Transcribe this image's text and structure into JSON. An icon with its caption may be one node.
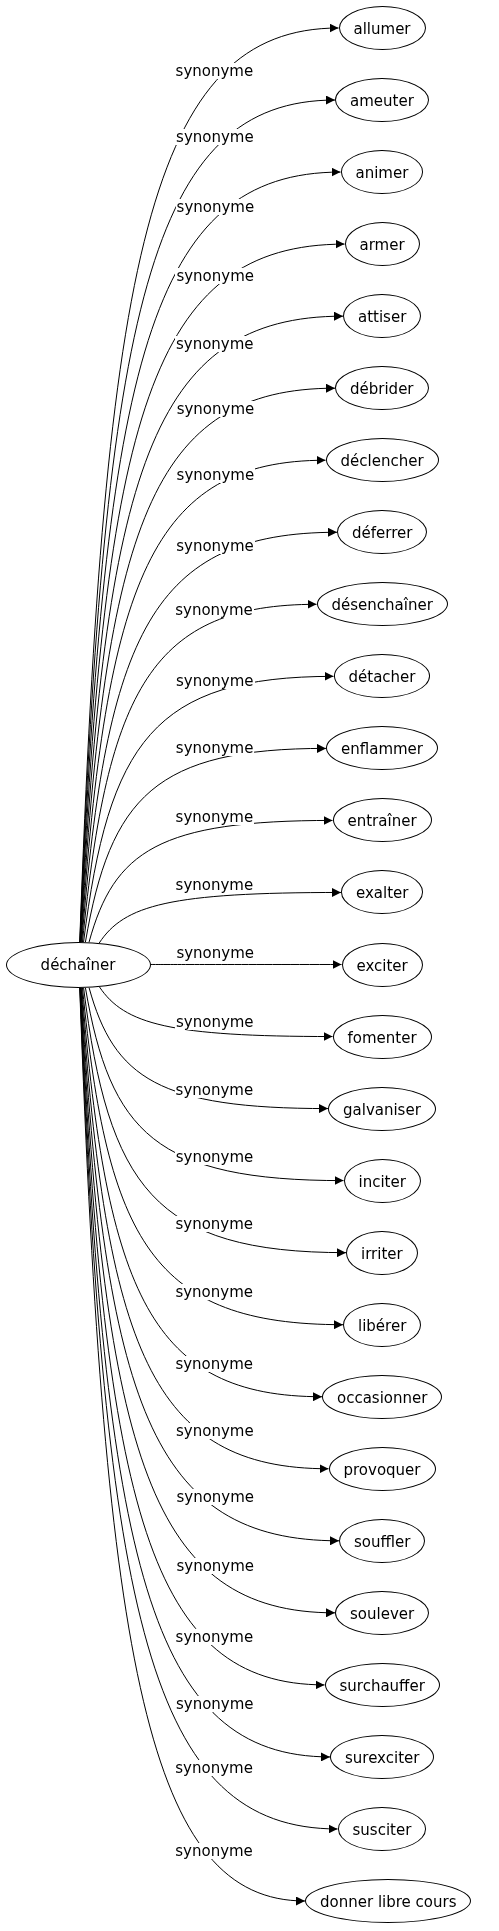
{
  "diagram": {
    "nodes": [
      {
        "text": [
          "déchaîner"
        ]
      },
      {
        "text": [
          "allumer"
        ]
      },
      {
        "text": [
          "ameuter"
        ]
      },
      {
        "text": [
          "animer"
        ]
      },
      {
        "text": [
          "armer"
        ]
      },
      {
        "text": [
          "attiser"
        ]
      },
      {
        "text": [
          "débrider"
        ]
      },
      {
        "text": [
          "déclencher"
        ]
      },
      {
        "text": [
          "déferrer"
        ]
      },
      {
        "text": [
          "désenchaîner"
        ]
      },
      {
        "text": [
          "détacher"
        ]
      },
      {
        "text": [
          "enflammer"
        ]
      },
      {
        "text": [
          "entraîner"
        ]
      },
      {
        "text": [
          "exalter"
        ]
      },
      {
        "text": [
          "exciter"
        ]
      },
      {
        "text": [
          "fomenter"
        ]
      },
      {
        "text": [
          "galvaniser"
        ]
      },
      {
        "text": [
          "inciter"
        ]
      },
      {
        "text": [
          "irriter"
        ]
      },
      {
        "text": [
          "libérer"
        ]
      },
      {
        "text": [
          "occasionner"
        ]
      },
      {
        "text": [
          "provoquer"
        ]
      },
      {
        "text": [
          "souffler"
        ]
      },
      {
        "text": [
          "soulever"
        ]
      },
      {
        "text": [
          "surchauffer"
        ]
      },
      {
        "text": [
          "surexciter"
        ]
      },
      {
        "text": [
          "susciter"
        ]
      },
      {
        "text": [
          "donner libre cours"
        ]
      }
    ],
    "edges": [
      {
        "from": 0,
        "to": 1,
        "arrow": "to",
        "label": "synonyme"
      },
      {
        "from": 0,
        "to": 2,
        "arrow": "to",
        "label": "synonyme"
      },
      {
        "from": 0,
        "to": 3,
        "arrow": "to",
        "label": "synonyme"
      },
      {
        "from": 0,
        "to": 4,
        "arrow": "to",
        "label": "synonyme"
      },
      {
        "from": 0,
        "to": 5,
        "arrow": "to",
        "label": "synonyme"
      },
      {
        "from": 0,
        "to": 6,
        "arrow": "to",
        "label": "synonyme"
      },
      {
        "from": 0,
        "to": 7,
        "arrow": "to",
        "label": "synonyme"
      },
      {
        "from": 0,
        "to": 8,
        "arrow": "to",
        "label": "synonyme"
      },
      {
        "from": 0,
        "to": 9,
        "arrow": "to",
        "label": "synonyme"
      },
      {
        "from": 0,
        "to": 10,
        "arrow": "to",
        "label": "synonyme"
      },
      {
        "from": 0,
        "to": 11,
        "arrow": "to",
        "label": "synonyme"
      },
      {
        "from": 0,
        "to": 12,
        "arrow": "to",
        "label": "synonyme"
      },
      {
        "from": 0,
        "to": 13,
        "arrow": "to",
        "label": "synonyme"
      },
      {
        "from": 0,
        "to": 14,
        "arrow": "to",
        "label": "synonyme"
      },
      {
        "from": 0,
        "to": 15,
        "arrow": "to",
        "label": "synonyme"
      },
      {
        "from": 0,
        "to": 16,
        "arrow": "to",
        "label": "synonyme"
      },
      {
        "from": 0,
        "to": 17,
        "arrow": "to",
        "label": "synonyme"
      },
      {
        "from": 0,
        "to": 18,
        "arrow": "to",
        "label": "synonyme"
      },
      {
        "from": 0,
        "to": 19,
        "arrow": "to",
        "label": "synonyme"
      },
      {
        "from": 0,
        "to": 20,
        "arrow": "to",
        "label": "synonyme"
      },
      {
        "from": 0,
        "to": 21,
        "arrow": "to",
        "label": "synonyme"
      },
      {
        "from": 0,
        "to": 22,
        "arrow": "to",
        "label": "synonyme"
      },
      {
        "from": 0,
        "to": 23,
        "arrow": "to",
        "label": "synonyme"
      },
      {
        "from": 0,
        "to": 24,
        "arrow": "to",
        "label": "synonyme"
      },
      {
        "from": 0,
        "to": 25,
        "arrow": "to",
        "label": "synonyme"
      },
      {
        "from": 0,
        "to": 26,
        "arrow": "to",
        "label": "synonyme"
      },
      {
        "from": 0,
        "to": 27,
        "arrow": "to",
        "label": "synonyme"
      }
    ]
  }
}
